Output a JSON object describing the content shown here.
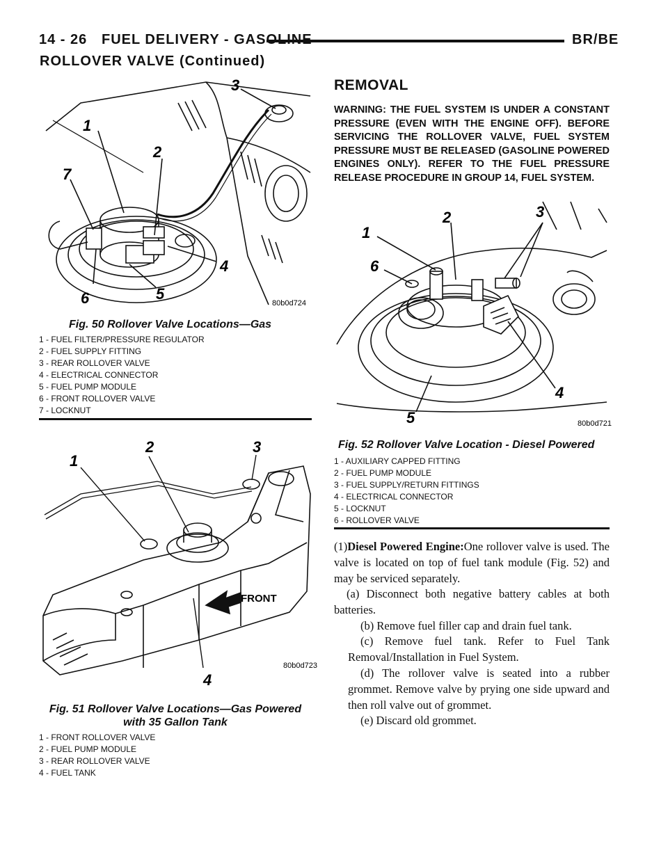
{
  "header": {
    "page_number": "14 - 26",
    "title": "FUEL DELIVERY - GASOLINE",
    "model": "BR/BE",
    "section_continued": "ROLLOVER VALVE (Continued)"
  },
  "fig50": {
    "caption": "Fig. 50 Rollover Valve Locations—Gas",
    "image_code": "80b0d724",
    "callouts": [
      "1",
      "2",
      "3",
      "4",
      "5",
      "6",
      "7"
    ],
    "legend": [
      "1 - FUEL FILTER/PRESSURE REGULATOR",
      "2 - FUEL SUPPLY FITTING",
      "3 - REAR ROLLOVER VALVE",
      "4 - ELECTRICAL CONNECTOR",
      "5 - FUEL PUMP MODULE",
      "6 - FRONT ROLLOVER VALVE",
      "7 - LOCKNUT"
    ]
  },
  "fig51": {
    "caption_line1": "Fig. 51 Rollover Valve Locations—Gas Powered",
    "caption_line2": "with 35 Gallon Tank",
    "image_code": "80b0d723",
    "front_label": "FRONT",
    "callouts": [
      "1",
      "2",
      "3",
      "4"
    ],
    "legend": [
      "1 - FRONT ROLLOVER VALVE",
      "2 - FUEL PUMP MODULE",
      "3 - REAR ROLLOVER VALVE",
      "4 - FUEL TANK"
    ]
  },
  "fig52": {
    "caption": "Fig. 52 Rollover Valve Location - Diesel Powered",
    "image_code": "80b0d721",
    "callouts": [
      "1",
      "2",
      "3",
      "4",
      "5",
      "6"
    ],
    "legend": [
      "1 - AUXILIARY CAPPED FITTING",
      "2 - FUEL PUMP MODULE",
      "3 - FUEL SUPPLY/RETURN FITTINGS",
      "4 - ELECTRICAL CONNECTOR",
      "5 - LOCKNUT",
      "6 - ROLLOVER VALVE"
    ]
  },
  "removal": {
    "heading": "REMOVAL",
    "warning": "WARNING: THE FUEL SYSTEM IS UNDER A CONSTANT PRESSURE (EVEN WITH THE ENGINE OFF). BEFORE SERVICING THE ROLLOVER VALVE, FUEL SYSTEM PRESSURE MUST BE RELEASED (GASOLINE POWERED ENGINES ONLY). REFER TO THE FUEL PRESSURE RELEASE PROCEDURE IN GROUP 14, FUEL SYSTEM.",
    "step1_prefix": "(1)",
    "step1_label": "Diesel Powered Engine:",
    "step1_text": "One rollover valve is used. The valve is located on top of fuel tank module (Fig. 52) and may be serviced separately.",
    "steps": [
      "(a) Disconnect both negative battery cables at both batteries.",
      "(b) Remove fuel filler cap and drain fuel tank.",
      "(c) Remove fuel tank. Refer to Fuel Tank Removal/Installation in Fuel System.",
      "(d) The rollover valve is seated into a rubber grommet. Remove valve by prying one side upward and then roll valve out of grommet.",
      "(e) Discard old grommet."
    ]
  }
}
